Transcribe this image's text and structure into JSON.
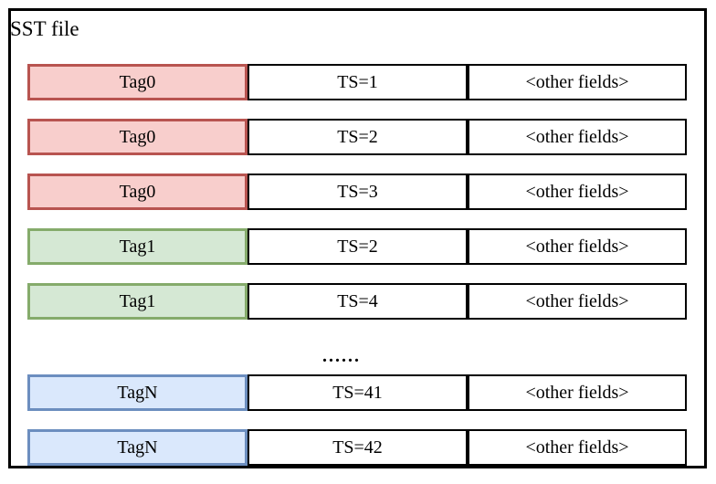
{
  "diagram": {
    "title": "SST file",
    "columns": [
      "tag",
      "timestamp",
      "other_fields"
    ],
    "rows": [
      {
        "tag": "Tag0",
        "ts": "TS=1",
        "other": "<other fields>",
        "color": "red"
      },
      {
        "tag": "Tag0",
        "ts": "TS=2",
        "other": "<other fields>",
        "color": "red"
      },
      {
        "tag": "Tag0",
        "ts": "TS=3",
        "other": "<other fields>",
        "color": "red"
      },
      {
        "tag": "Tag1",
        "ts": "TS=2",
        "other": "<other fields>",
        "color": "green"
      },
      {
        "tag": "Tag1",
        "ts": "TS=4",
        "other": "<other fields>",
        "color": "green"
      },
      {
        "tag": "TagN",
        "ts": "TS=41",
        "other": "<other fields>",
        "color": "blue"
      },
      {
        "tag": "TagN",
        "ts": "TS=42",
        "other": "<other fields>",
        "color": "blue"
      }
    ],
    "ellipsis": {
      "text": "......",
      "after_row_index": 5
    },
    "palette": {
      "red": {
        "fill": "#f8cecc",
        "stroke": "#b85450"
      },
      "green": {
        "fill": "#d5e8d4",
        "stroke": "#85ab6b"
      },
      "blue": {
        "fill": "#dae8fc",
        "stroke": "#6c8ebf"
      },
      "record_stroke": "#000000",
      "frame_stroke": "#000000"
    }
  }
}
